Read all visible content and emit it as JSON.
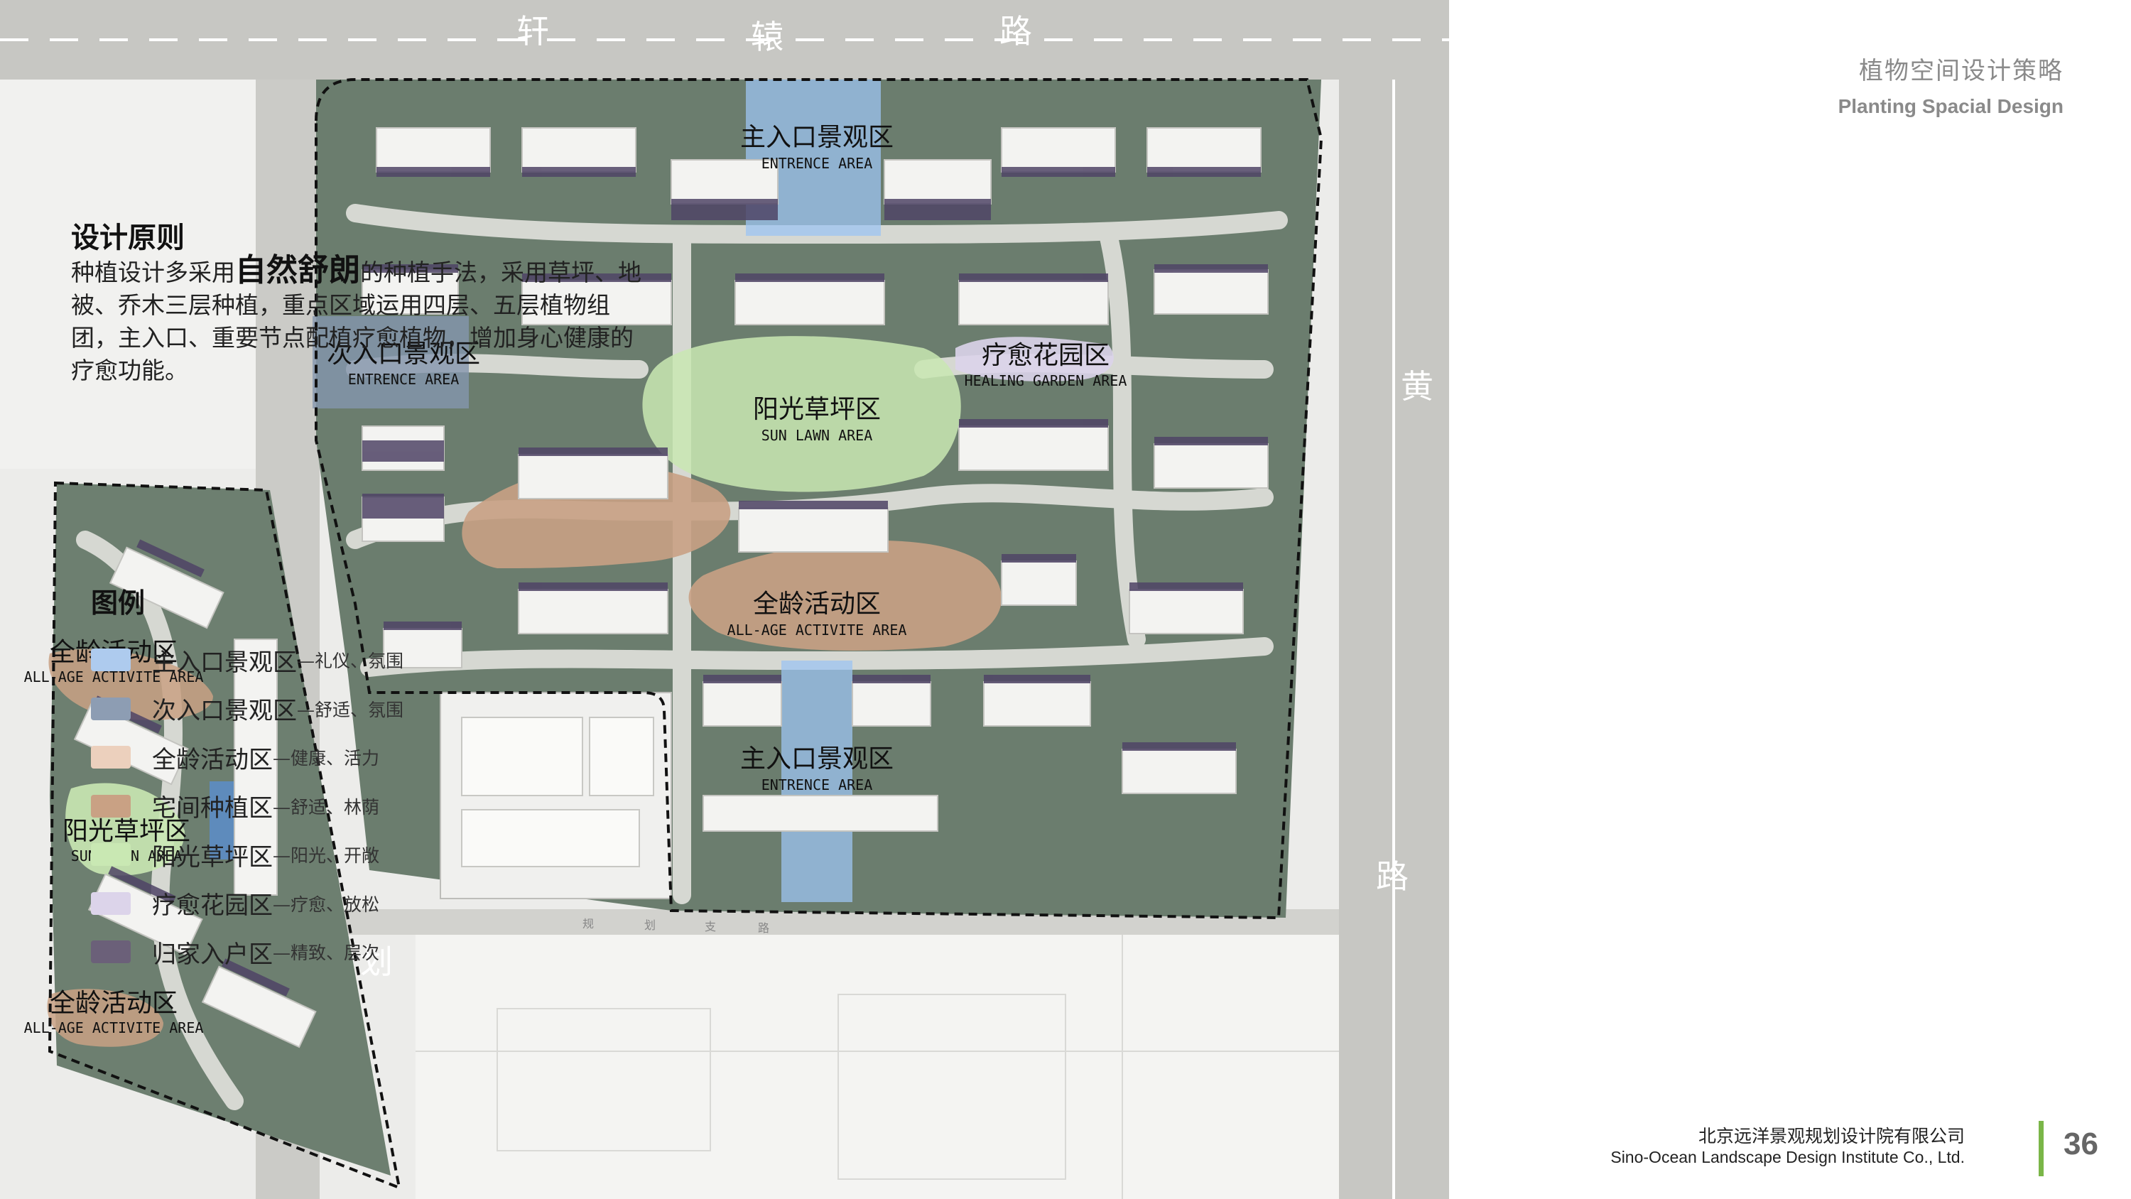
{
  "map": {
    "roads": {
      "north": [
        "轩",
        "辕",
        "路"
      ],
      "east": [
        "黄",
        "路"
      ],
      "southwest": "划",
      "south_branch": [
        "规",
        "划",
        "支",
        "路"
      ]
    },
    "zones": {
      "main_entrance_north": {
        "cn": "主入口景观区",
        "en": "ENTRENCE AREA"
      },
      "secondary_entrance": {
        "cn": "次入口景观区",
        "en": "ENTRENCE AREA"
      },
      "healing_garden": {
        "cn": "疗愈花园区",
        "en": "HEALING GARDEN AREA"
      },
      "sun_lawn": {
        "cn": "阳光草坪区",
        "en": "SUN LAWN AREA"
      },
      "all_age": {
        "cn": "全龄活动区",
        "en": "ALL-AGE ACTIVITE AREA"
      },
      "main_entrance_south": {
        "cn": "主入口景观区",
        "en": "ENTRENCE AREA"
      },
      "west_all_age_1": {
        "cn": "全龄活动区",
        "en": "ALL-AGE ACTIVITE AREA"
      },
      "west_sun_lawn": {
        "cn": "阳光草坪区",
        "en": "SUN LAWN AREA"
      },
      "west_all_age_2": {
        "cn": "全龄活动区",
        "en": "ALL-AGE ACTIVITE AREA"
      }
    }
  },
  "header": {
    "title_cn": "植物空间设计策略",
    "title_en": "Planting Spacial Design"
  },
  "principles": {
    "title": "设计原则",
    "text_before": "种植设计多采用",
    "emphasis": "自然舒朗",
    "text_after": "的种植手法，采用草坪、地被、乔木三层种植，重点区域运用四层、五层植物组团，主入口、重要节点配植疗愈植物，增加身心健康的疗愈功能。"
  },
  "legend": {
    "title": "图例",
    "items": [
      {
        "name": "主入口景观区",
        "desc": "—礼仪、氛围",
        "color": "#aecbee"
      },
      {
        "name": "次入口景观区",
        "desc": "—舒适、氛围",
        "color": "#8d9db3"
      },
      {
        "name": "全龄活动区",
        "desc": "—健康、活力",
        "color": "#ecd0bd"
      },
      {
        "name": "宅间种植区",
        "desc": "—舒适、林荫",
        "color": "#c9a184"
      },
      {
        "name": "阳光草坪区",
        "desc": "—阳光、开敞",
        "color": "#c9e8b3"
      },
      {
        "name": "疗愈花园区",
        "desc": "—疗愈、放松",
        "color": "#dcd4ea"
      },
      {
        "name": "归家入户区",
        "desc": "—精致、层次",
        "color": "#6b6079"
      }
    ]
  },
  "footer": {
    "company_cn": "北京远洋景观规划设计院有限公司",
    "company_en": "Sino-Ocean Landscape Design Institute Co., Ltd.",
    "page": "36"
  },
  "colors": {
    "vegetation": "#6b7d6e",
    "road": "#d0d0cc",
    "building": "#f3f3f1",
    "entrance_tint": "#9cc4f2",
    "panel_text": "#8a8a8a",
    "accent_green": "#7ab648"
  }
}
